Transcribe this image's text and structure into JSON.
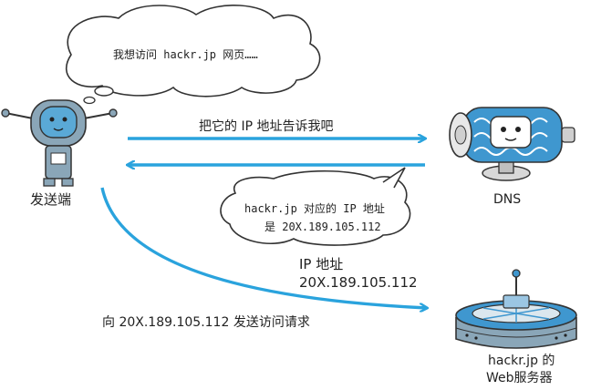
{
  "sender": {
    "label": "发送端",
    "thought": "我想访问 hackr.jp 网页……"
  },
  "dns": {
    "label": "DNS",
    "reply_line1": "hackr.jp 对应的 IP 地址",
    "reply_line2": "是 20X.189.105.112"
  },
  "request_arrow": {
    "label": "把它的 IP 地址告诉我吧"
  },
  "ip_result": {
    "line1": "IP 地址",
    "line2": "20X.189.105.112"
  },
  "web_request": {
    "label": "向 20X.189.105.112 发送访问请求"
  },
  "web_server": {
    "line1": "hackr.jp 的",
    "line2": "Web服务器"
  },
  "colors": {
    "arrow": "#2aa3dd",
    "robot_body": "#8aa6b8",
    "robot_face": "#5aa9d6",
    "dns_body": "#3f97cf",
    "outline": "#333333"
  }
}
